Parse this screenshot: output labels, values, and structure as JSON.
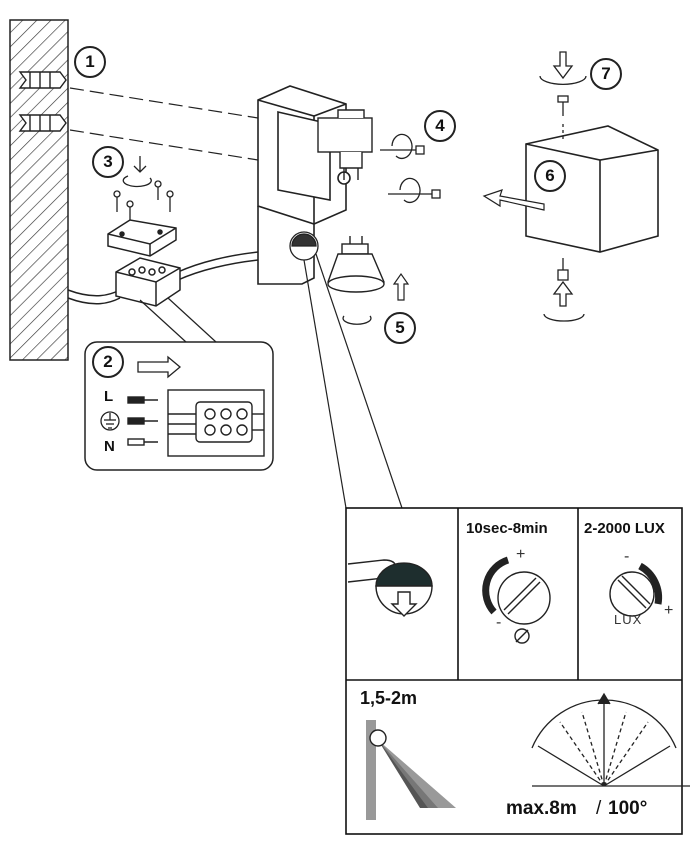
{
  "steps": [
    "1",
    "2",
    "3",
    "4",
    "5",
    "6",
    "7"
  ],
  "wiring": {
    "live": "L",
    "neutral": "N",
    "earth_icon": "ground-symbol-icon"
  },
  "settings": {
    "time": {
      "title": "10sec-8min",
      "plus": "+",
      "minus": "-"
    },
    "lux": {
      "title": "2-2000 LUX",
      "minus": "-",
      "plus": "+",
      "unit": "LUX"
    }
  },
  "detection": {
    "height": "1,5-2m",
    "range": "max.8m",
    "separator": "/",
    "angle": "100°"
  },
  "colors": {
    "line": "#222222",
    "panel_border": "#111111",
    "sensor_dark": "#1e2e2e"
  }
}
